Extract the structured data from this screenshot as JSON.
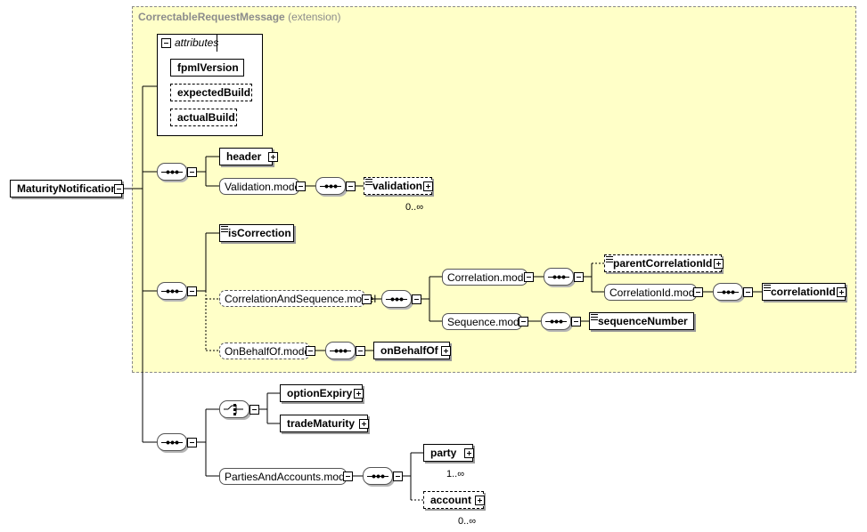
{
  "extension": {
    "name": "CorrectableRequestMessage",
    "note": "(extension)"
  },
  "root": {
    "label": "MaturityNotification"
  },
  "attributes": {
    "heading": "attributes",
    "items": [
      "fpmlVersion",
      "expectedBuild",
      "actualBuild"
    ]
  },
  "group1": {
    "header": "header",
    "validation_model": "Validation.model",
    "validation": "validation",
    "validation_occurs": "0..∞"
  },
  "group2": {
    "is_correction": "isCorrection",
    "correlation_and_sequence_model": "CorrelationAndSequence.model",
    "correlation_model": "Correlation.model",
    "parent_correlation_id": "parentCorrelationId",
    "correlation_id_model": "CorrelationId.model",
    "correlation_id": "correlationId",
    "sequence_model": "Sequence.model",
    "sequence_number": "sequenceNumber",
    "on_behalf_of_model": "OnBehalfOf.model",
    "on_behalf_of": "onBehalfOf"
  },
  "group3": {
    "option_expiry": "optionExpiry",
    "trade_maturity": "tradeMaturity",
    "parties_and_accounts_model": "PartiesAndAccounts.model",
    "party": "party",
    "party_occurs": "1..∞",
    "account": "account",
    "account_occurs": "0..∞"
  },
  "colors": {
    "extension_bg": "#ffffc8",
    "border": "#000000",
    "shadow": "#9a9a9a"
  }
}
